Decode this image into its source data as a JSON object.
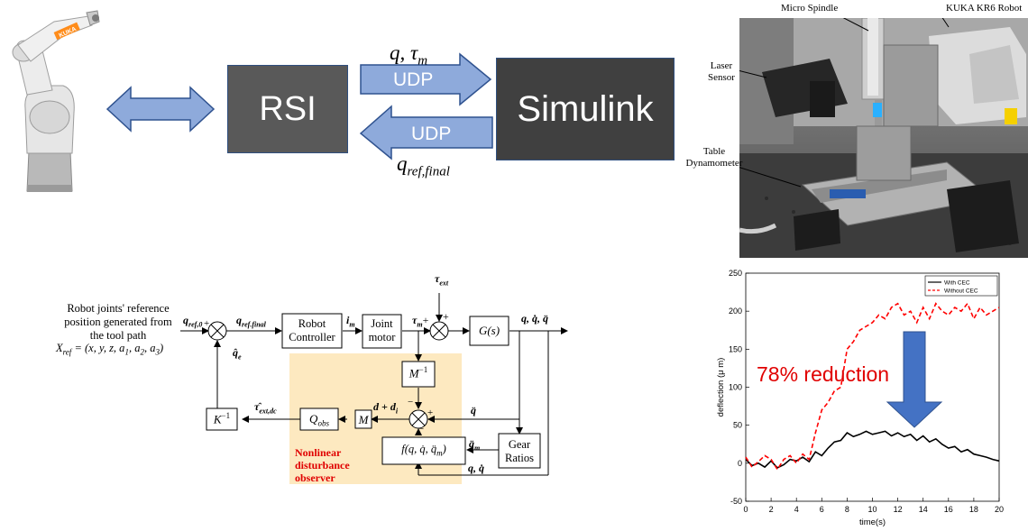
{
  "top": {
    "rsi_label": "RSI",
    "simulink_label": "Simulink",
    "udp_top": "UDP",
    "udp_bottom": "UDP",
    "top_signal": "q, τ",
    "top_signal_sub": "m",
    "bottom_signal": "q",
    "bottom_signal_sub": "ref,final"
  },
  "robot": {
    "logo_text": "KUKA"
  },
  "photo": {
    "micro_spindle": "Micro Spindle",
    "kuka_robot": "KUKA KR6 Robot",
    "laser_sensor_1": "Laser",
    "laser_sensor_2": "Sensor",
    "table_dyn_1": "Table",
    "table_dyn_2": "Dynamometer"
  },
  "block": {
    "desc_line1": "Robot joints' reference",
    "desc_line2": "position generated from",
    "desc_line3": "the tool path",
    "robot_controller_1": "Robot",
    "robot_controller_2": "Controller",
    "joint_motor_1": "Joint",
    "joint_motor_2": "motor",
    "g_block": "G(s)",
    "m_inv": "M",
    "m_inv_sup": "−1",
    "m_block": "M",
    "q_obs": "Q",
    "q_obs_sub": "obs",
    "k_inv": "K",
    "k_inv_sup": "−1",
    "f_block": "f(q, q̇, q̈",
    "f_block_sub": "m",
    "f_block_end": ")",
    "gear_ratios_1": "Gear",
    "gear_ratios_2": "Ratios",
    "sig_qref0": "q",
    "sig_qref0_sub": "ref,0",
    "sig_qref_final": "q",
    "sig_qref_final_sub": "ref.final",
    "sig_im": "i",
    "sig_im_sub": "m",
    "sig_taum": "τ",
    "sig_taum_sub": "m",
    "sig_tau_ext": "τ",
    "sig_tau_ext_sub": "ext",
    "sig_out": "q, q̇, q̈",
    "sig_qe": "q̂",
    "sig_qe_sub": "e",
    "sig_tau_dc": "τ̂",
    "sig_tau_dc_sub": "ext,dc",
    "sig_d": "d + d",
    "sig_d_sub": "i",
    "sig_qddot": "q̈",
    "sig_qddot_m": "q̈",
    "sig_qddot_m_sub": "m",
    "sig_q_qdot": "q, q̇",
    "ndo_1": "Nonlinear",
    "ndo_2": "disturbance",
    "ndo_3": "observer",
    "plus": "+",
    "minus": "−"
  },
  "colors": {
    "arrow_fill": "#8eaadb",
    "arrow_stroke": "#2f528f",
    "rsi_box": "#595959",
    "simulink_box": "#404040",
    "observer_bg": "#fde9c0",
    "observer_text": "#e00000",
    "reduction_text": "#e00000",
    "with_cec": "#000000",
    "without_cec": "#ff0000",
    "down_arrow": "#4472c4"
  },
  "chart_data": {
    "type": "line",
    "title": "",
    "xlabel": "time(s)",
    "ylabel": "deflection (μ m)",
    "xlim": [
      0,
      20
    ],
    "ylim": [
      -50,
      250
    ],
    "xticks": [
      0,
      2,
      4,
      6,
      8,
      10,
      12,
      14,
      16,
      18,
      20
    ],
    "yticks": [
      -50,
      0,
      50,
      100,
      150,
      200,
      250
    ],
    "legend_position": "top-right",
    "annotation": "78% reduction",
    "series": [
      {
        "name": "With CEC",
        "style": "solid",
        "color": "#000000",
        "x": [
          0,
          0.5,
          1,
          1.5,
          2,
          2.5,
          3,
          3.5,
          4,
          4.5,
          5,
          5.5,
          6,
          6.5,
          7,
          7.5,
          8,
          8.5,
          9,
          9.5,
          10,
          10.5,
          11,
          11.5,
          12,
          12.5,
          13,
          13.5,
          14,
          14.5,
          15,
          15.5,
          16,
          16.5,
          17,
          17.5,
          18,
          18.5,
          19,
          19.5,
          20
        ],
        "values": [
          5,
          -3,
          0,
          -5,
          3,
          -6,
          -2,
          5,
          3,
          8,
          2,
          15,
          10,
          20,
          28,
          30,
          40,
          35,
          38,
          42,
          38,
          40,
          42,
          36,
          40,
          35,
          38,
          30,
          36,
          28,
          32,
          25,
          20,
          22,
          15,
          18,
          12,
          10,
          8,
          5,
          3
        ]
      },
      {
        "name": "Without CEC",
        "style": "dashed",
        "color": "#ff0000",
        "x": [
          0,
          0.5,
          1,
          1.5,
          2,
          2.5,
          3,
          3.5,
          4,
          4.5,
          5,
          5.5,
          6,
          6.5,
          7,
          7.5,
          8,
          8.5,
          9,
          9.5,
          10,
          10.5,
          11,
          11.5,
          12,
          12.5,
          13,
          13.5,
          14,
          14.5,
          15,
          15.5,
          16,
          16.5,
          17,
          17.5,
          18,
          18.5,
          19,
          19.5,
          20
        ],
        "values": [
          8,
          -5,
          2,
          10,
          5,
          -8,
          5,
          10,
          0,
          12,
          5,
          40,
          70,
          80,
          95,
          100,
          150,
          160,
          175,
          180,
          185,
          195,
          190,
          205,
          210,
          195,
          200,
          185,
          205,
          190,
          210,
          200,
          195,
          205,
          200,
          210,
          190,
          205,
          195,
          200,
          205
        ]
      }
    ]
  }
}
